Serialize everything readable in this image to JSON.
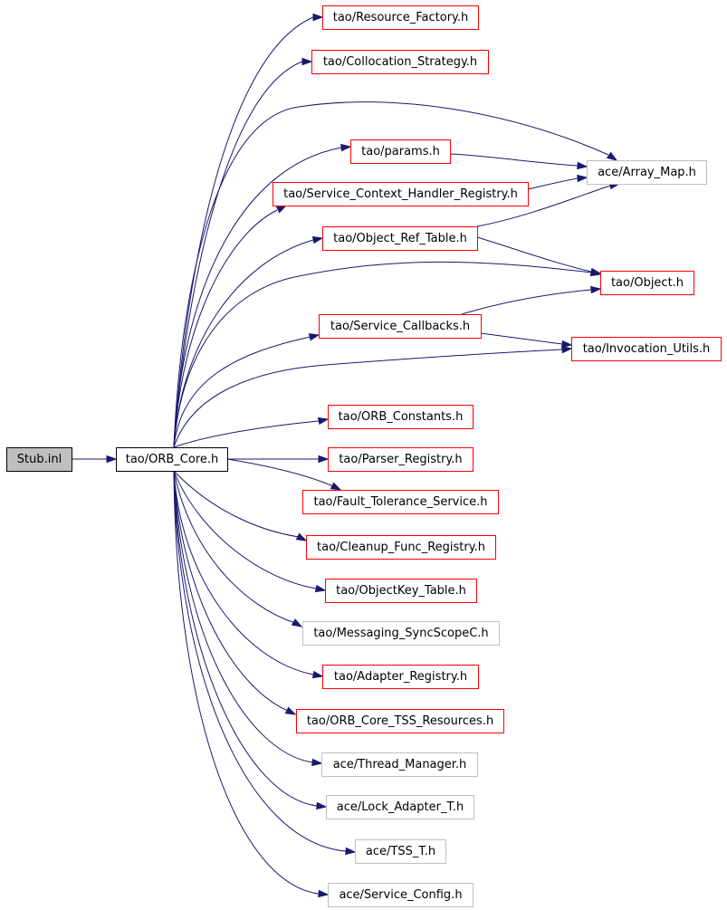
{
  "graph": {
    "colors": {
      "edge": "#191970",
      "root_fill": "#bfbfbf",
      "root_border": "#000000",
      "documented_border": "#ff0000",
      "undocumented_border": "#bfbfbf",
      "default_border": "#000000"
    },
    "nodes": [
      {
        "id": "stub",
        "label": "Stub.inl",
        "kind": "root"
      },
      {
        "id": "orb",
        "label": "tao/ORB_Core.h",
        "kind": "default"
      },
      {
        "id": "resfac",
        "label": "tao/Resource_Factory.h",
        "kind": "documented"
      },
      {
        "id": "colloc",
        "label": "tao/Collocation_Strategy.h",
        "kind": "documented"
      },
      {
        "id": "params",
        "label": "tao/params.h",
        "kind": "documented"
      },
      {
        "id": "arraymap",
        "label": "ace/Array_Map.h",
        "kind": "undocumented"
      },
      {
        "id": "sctxreg",
        "label": "tao/Service_Context_Handler_Registry.h",
        "kind": "documented"
      },
      {
        "id": "objref",
        "label": "tao/Object_Ref_Table.h",
        "kind": "documented"
      },
      {
        "id": "object",
        "label": "tao/Object.h",
        "kind": "documented"
      },
      {
        "id": "svccb",
        "label": "tao/Service_Callbacks.h",
        "kind": "documented"
      },
      {
        "id": "invutil",
        "label": "tao/Invocation_Utils.h",
        "kind": "documented"
      },
      {
        "id": "orbconst",
        "label": "tao/ORB_Constants.h",
        "kind": "documented"
      },
      {
        "id": "parser",
        "label": "tao/Parser_Registry.h",
        "kind": "documented"
      },
      {
        "id": "fault",
        "label": "tao/Fault_Tolerance_Service.h",
        "kind": "documented"
      },
      {
        "id": "cleanup",
        "label": "tao/Cleanup_Func_Registry.h",
        "kind": "documented"
      },
      {
        "id": "objkey",
        "label": "tao/ObjectKey_Table.h",
        "kind": "documented"
      },
      {
        "id": "msgsync",
        "label": "tao/Messaging_SyncScopeC.h",
        "kind": "undocumented"
      },
      {
        "id": "adapter",
        "label": "tao/Adapter_Registry.h",
        "kind": "documented"
      },
      {
        "id": "orbtss",
        "label": "tao/ORB_Core_TSS_Resources.h",
        "kind": "documented"
      },
      {
        "id": "thrmgr",
        "label": "ace/Thread_Manager.h",
        "kind": "undocumented"
      },
      {
        "id": "lockad",
        "label": "ace/Lock_Adapter_T.h",
        "kind": "undocumented"
      },
      {
        "id": "tsst",
        "label": "ace/TSS_T.h",
        "kind": "undocumented"
      },
      {
        "id": "svccfg",
        "label": "ace/Service_Config.h",
        "kind": "undocumented"
      }
    ],
    "edges": [
      {
        "from": "stub",
        "to": "orb"
      },
      {
        "from": "orb",
        "to": "resfac"
      },
      {
        "from": "orb",
        "to": "colloc"
      },
      {
        "from": "orb",
        "to": "arraymap"
      },
      {
        "from": "orb",
        "to": "params"
      },
      {
        "from": "orb",
        "to": "sctxreg"
      },
      {
        "from": "orb",
        "to": "objref"
      },
      {
        "from": "orb",
        "to": "object"
      },
      {
        "from": "orb",
        "to": "svccb"
      },
      {
        "from": "orb",
        "to": "invutil"
      },
      {
        "from": "orb",
        "to": "orbconst"
      },
      {
        "from": "orb",
        "to": "parser"
      },
      {
        "from": "orb",
        "to": "fault"
      },
      {
        "from": "orb",
        "to": "cleanup"
      },
      {
        "from": "orb",
        "to": "objkey"
      },
      {
        "from": "orb",
        "to": "msgsync"
      },
      {
        "from": "orb",
        "to": "adapter"
      },
      {
        "from": "orb",
        "to": "orbtss"
      },
      {
        "from": "orb",
        "to": "thrmgr"
      },
      {
        "from": "orb",
        "to": "lockad"
      },
      {
        "from": "orb",
        "to": "tsst"
      },
      {
        "from": "orb",
        "to": "svccfg"
      },
      {
        "from": "params",
        "to": "arraymap"
      },
      {
        "from": "sctxreg",
        "to": "arraymap"
      },
      {
        "from": "objref",
        "to": "arraymap"
      },
      {
        "from": "objref",
        "to": "object"
      },
      {
        "from": "svccb",
        "to": "object"
      },
      {
        "from": "svccb",
        "to": "invutil"
      }
    ]
  }
}
